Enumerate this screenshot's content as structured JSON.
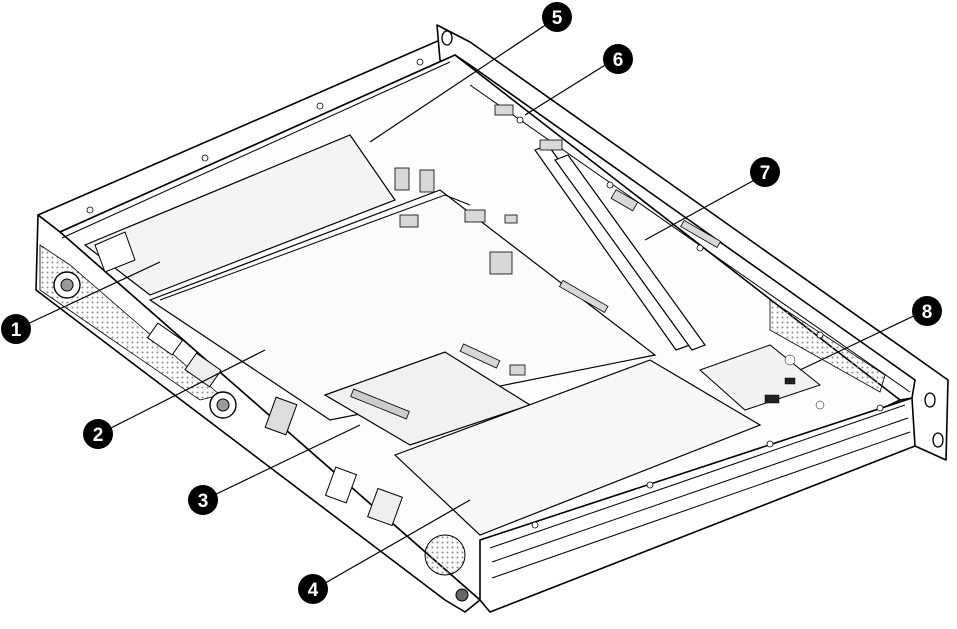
{
  "callouts": [
    {
      "label": "1"
    },
    {
      "label": "2"
    },
    {
      "label": "3"
    },
    {
      "label": "4"
    },
    {
      "label": "5"
    },
    {
      "label": "6"
    },
    {
      "label": "7"
    },
    {
      "label": "8"
    }
  ],
  "colors": {
    "line": "#000000",
    "fill": "#ffffff",
    "shade": "#dcdcdc",
    "mesh": "#9a9a9a",
    "callout_bg": "#000000",
    "callout_text": "#ffffff"
  }
}
